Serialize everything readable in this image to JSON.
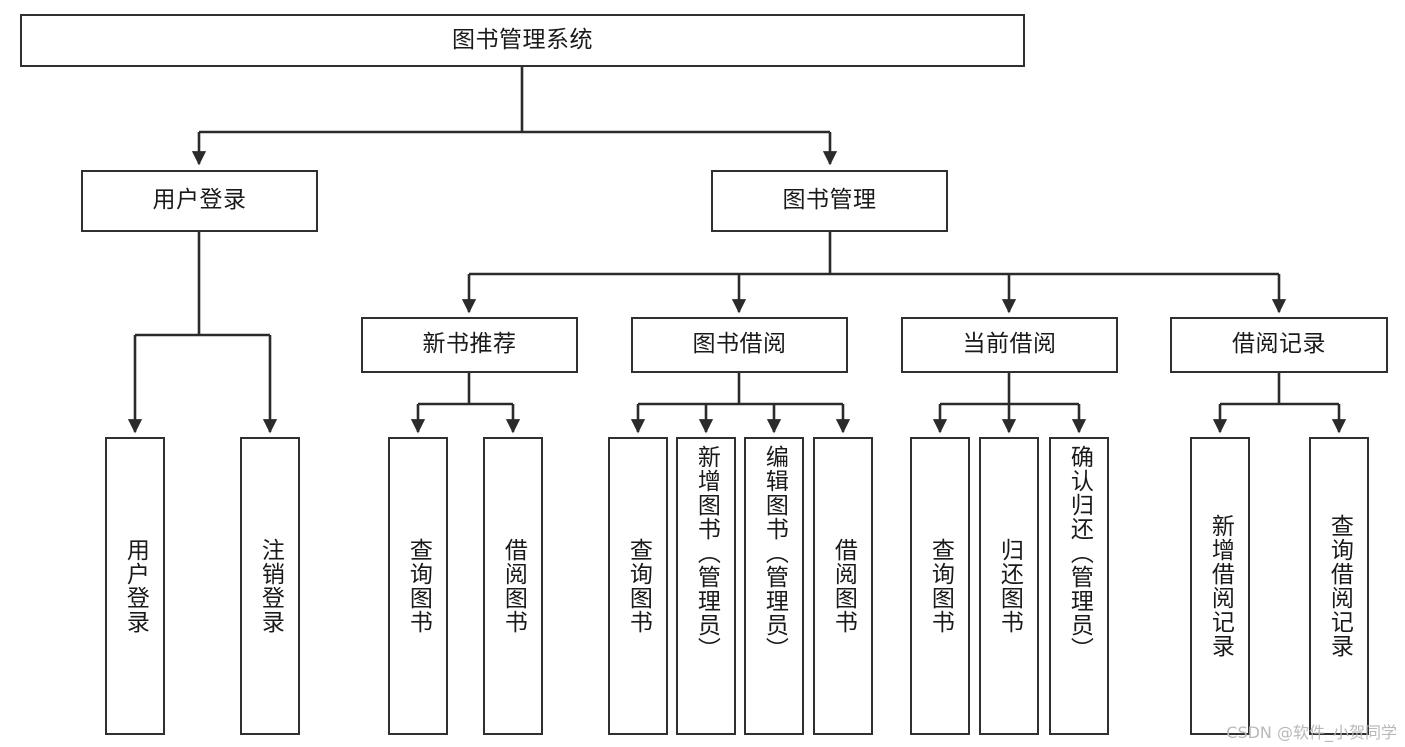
{
  "diagram": {
    "title": "图书管理系统",
    "type": "tree-hierarchy-diagram",
    "watermark": "CSDN @软件_小贺同学",
    "colors": {
      "box_border": "#303030",
      "box_fill": "#ffffff",
      "edge": "#2b2b2b",
      "text": "#1a1a1a",
      "watermark": "#b9b9b9",
      "background": "#ffffff"
    }
  },
  "nodes": {
    "root": {
      "label": "图书管理系统"
    },
    "level2": [
      {
        "id": "user-login",
        "label": "用户登录"
      },
      {
        "id": "book-management",
        "label": "图书管理"
      }
    ],
    "level3": [
      {
        "id": "new-book-recommend",
        "label": "新书推荐"
      },
      {
        "id": "book-borrow",
        "label": "图书借阅"
      },
      {
        "id": "current-borrow",
        "label": "当前借阅"
      },
      {
        "id": "borrow-record",
        "label": "借阅记录"
      }
    ],
    "leaves": {
      "user_login": [
        {
          "id": "leaf-user-login",
          "label": "用户登录"
        },
        {
          "id": "leaf-logout-login",
          "label": "注销登录"
        }
      ],
      "new_book_recommend": [
        {
          "id": "leaf-query-book-1",
          "label": "查询图书"
        },
        {
          "id": "leaf-borrow-book-1",
          "label": "借阅图书"
        }
      ],
      "book_borrow": [
        {
          "id": "leaf-query-book-2",
          "label": "查询图书"
        },
        {
          "id": "leaf-add-book",
          "label": "新增图书（管理员）"
        },
        {
          "id": "leaf-edit-book",
          "label": "编辑图书（管理员）"
        },
        {
          "id": "leaf-borrow-book-2",
          "label": "借阅图书"
        }
      ],
      "current_borrow": [
        {
          "id": "leaf-query-book-3",
          "label": "查询图书"
        },
        {
          "id": "leaf-return-book",
          "label": "归还图书"
        },
        {
          "id": "leaf-confirm-return",
          "label": "确认归还（管理员）"
        }
      ],
      "borrow_record": [
        {
          "id": "leaf-add-record",
          "label": "新增借阅记录"
        },
        {
          "id": "leaf-query-record",
          "label": "查询借阅记录"
        }
      ]
    }
  }
}
